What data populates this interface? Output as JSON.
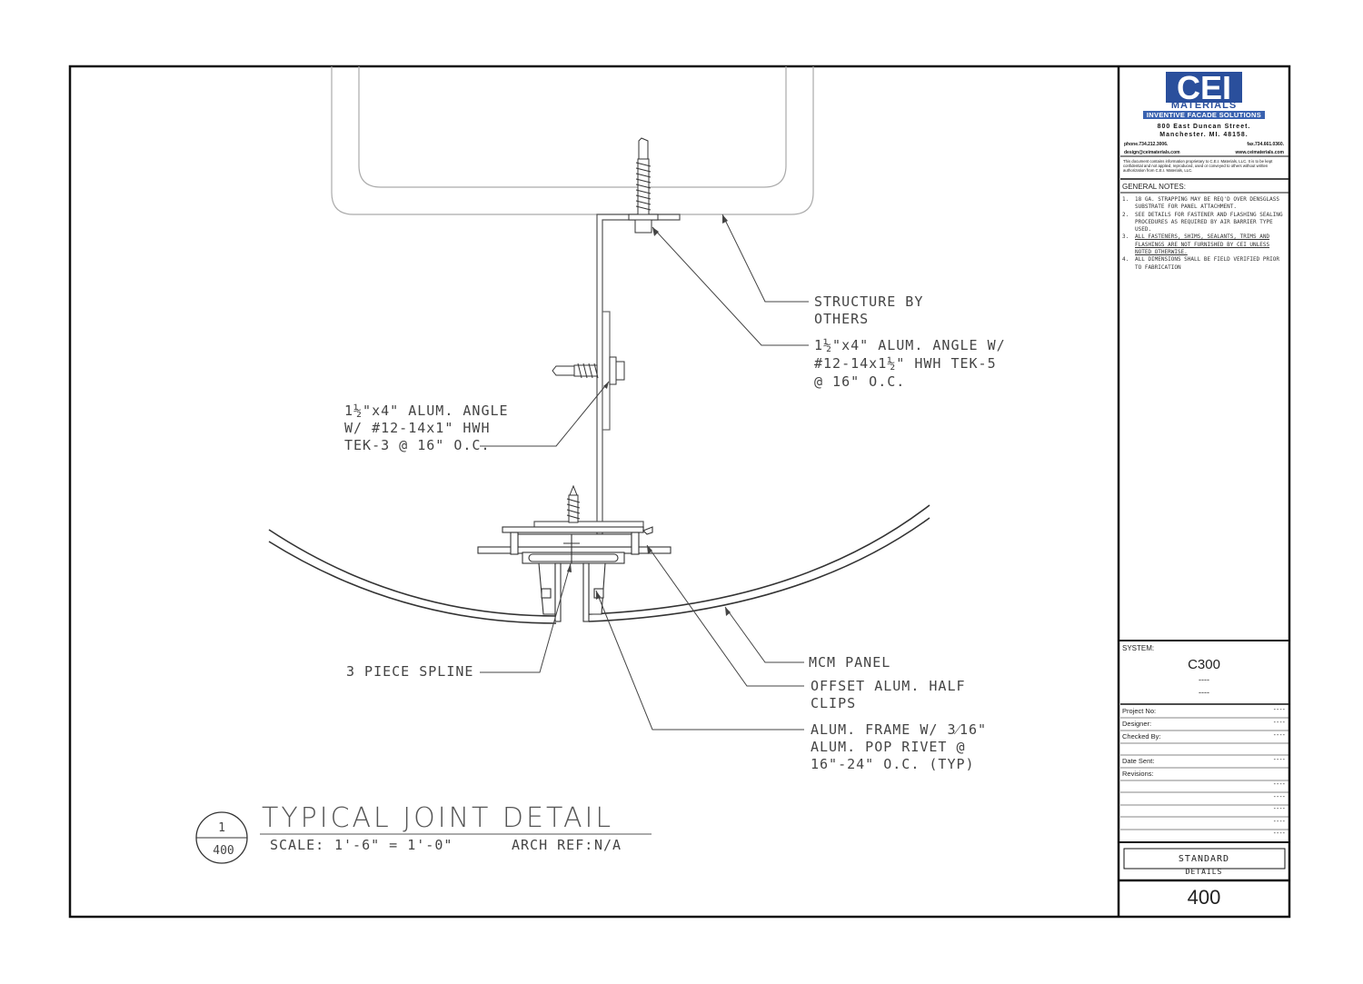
{
  "drawing": {
    "labels": {
      "structure": [
        "STRUCTURE BY",
        "OTHERS"
      ],
      "angle_top": [
        "1½\"x4\" ALUM. ANGLE W/",
        "#12-14x1½\" HWH TEK-5",
        "@ 16\" O.C."
      ],
      "angle_left": [
        "1½\"x4\" ALUM. ANGLE",
        "W/ #12-14x1\" HWH",
        "TEK-3 @ 16\" O.C."
      ],
      "mcm_panel": "MCM PANEL",
      "half_clips": [
        "OFFSET ALUM. HALF",
        "CLIPS"
      ],
      "frame": [
        "ALUM.      FRAME W/ 3⁄16\"",
        "ALUM. POP RIVET @",
        "16\"-24\" O.C. (TYP)"
      ],
      "spline": "3 PIECE SPLINE"
    },
    "title": {
      "detail_no": "1",
      "sheet_ref": "400",
      "name": "TYPICAL JOINT DETAIL",
      "scale_label": "SCALE:",
      "scale_value": "1'-6\" = 1'-0\"",
      "arch_label": "ARCH REF:",
      "arch_value": "N/A"
    }
  },
  "title_block": {
    "logo_text": "CEI",
    "brand": "MATERIALS",
    "tagline": "INVENTIVE FACADE SOLUTIONS",
    "address1": "800 East Duncan Street.",
    "address2": "Manchester. MI. 48158.",
    "phone": "phone.734.212.3006.",
    "fax": "fax.734.661.0360.",
    "email": "design@ceimaterials.com",
    "web": "www.ceimaterials.com",
    "legal": "This document contains information proprietary to C.E.I. Materials, LLC. It is to be kept confidential and not applied, reproduced, used or conveyed to others without written authorization from C.E.I. Materials, LLC.",
    "general_notes_title": "GENERAL NOTES:",
    "notes": [
      {
        "n": "1.",
        "t": "18 GA. STRAPPING MAY BE REQ'D OVER DENSGLASS SUBSTRATE FOR PANEL ATTACHMENT.",
        "u": false
      },
      {
        "n": "2.",
        "t": "SEE DETAILS FOR FASTENER AND FLASHING SEALING PROCEDURES AS REQUIRED BY AIR BARRIER TYPE USED.",
        "u": false
      },
      {
        "n": "3.",
        "t": "ALL FASTENERS, SHIMS, SEALANTS, TRIMS AND FLASHINGS ARE NOT FURNISHED BY CEI UNLESS NOTED OTHERWISE.",
        "u": true
      },
      {
        "n": "4.",
        "t": "ALL DIMENSIONS SHALL BE FIELD VERIFIED PRIOR TO FABRICATION",
        "u": false
      }
    ],
    "system_label": "SYSTEM:",
    "system_code": "C300",
    "system_line1": "----",
    "system_line2": "----",
    "fields": [
      {
        "label": "Project No:",
        "value": "----"
      },
      {
        "label": "Designer:",
        "value": "----"
      },
      {
        "label": "Checked By:",
        "value": "----"
      },
      {
        "label": "Date Sent:",
        "value": "----"
      },
      {
        "label": "Revisions:",
        "value": ""
      }
    ],
    "revisions": [
      "----",
      "----",
      "----",
      "----",
      "----"
    ],
    "standard_line1": "STANDARD",
    "standard_line2": "DETAILS",
    "sheet_number": "400"
  }
}
